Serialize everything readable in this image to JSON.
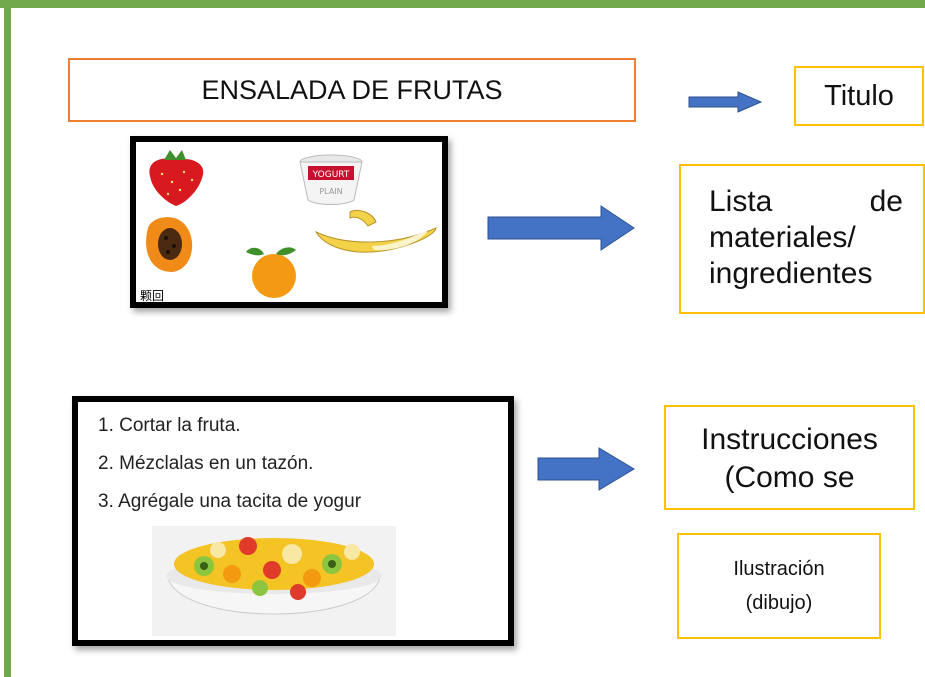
{
  "title": "ENSALADA DE FRUTAS",
  "labels": {
    "titulo": "Titulo",
    "lista_line1_a": "Lista",
    "lista_line1_b": "de",
    "lista_line2": "materiales/",
    "lista_line3": "ingredientes",
    "instrucciones_line1": "Instrucciones",
    "instrucciones_line2": "(Como se",
    "ilustracion_line1": "Ilustración",
    "ilustracion_line2": "(dibujo)"
  },
  "ingredients_image": {
    "yogurt_text": "YOGURT",
    "corner_text": "颗回"
  },
  "steps": [
    "1. Cortar la fruta.",
    "2. Mézclalas en un tazón.",
    "3. Agrégale una tacita de yogur"
  ],
  "colors": {
    "frame": "#71a94a",
    "title_border": "#ed7d31",
    "label_border": "#ffc000",
    "arrow": "#4472c4"
  }
}
